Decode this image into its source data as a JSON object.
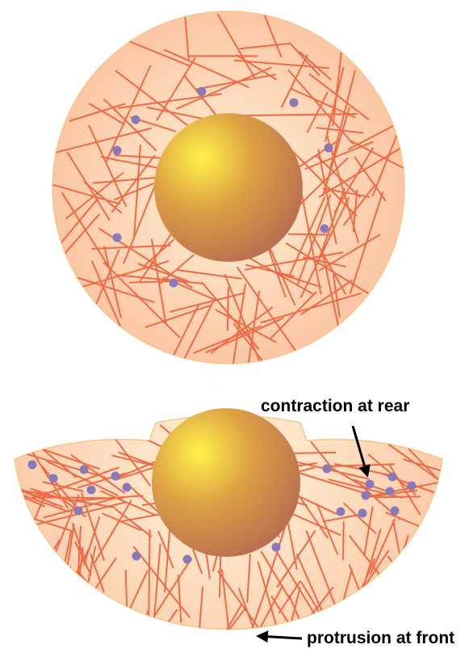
{
  "figure": {
    "labels": {
      "rear": "contraction at rear",
      "front": "protrusion at front"
    },
    "colors": {
      "cytoplasm_center": "#fff3d9",
      "cytoplasm_edge": "#fbc6a4",
      "membrane": "#f2c98a",
      "actin_filament": "#ee6a45",
      "myosin_dot": "#8a79b8",
      "nucleus_highlight": "#fff24a",
      "nucleus_mid": "#dca044",
      "nucleus_shadow": "#b86c50",
      "arrow": "#000000"
    },
    "cells": [
      {
        "name": "stationary-cell",
        "shape": "circle"
      },
      {
        "name": "migrating-cell",
        "shape": "crescent"
      }
    ]
  }
}
